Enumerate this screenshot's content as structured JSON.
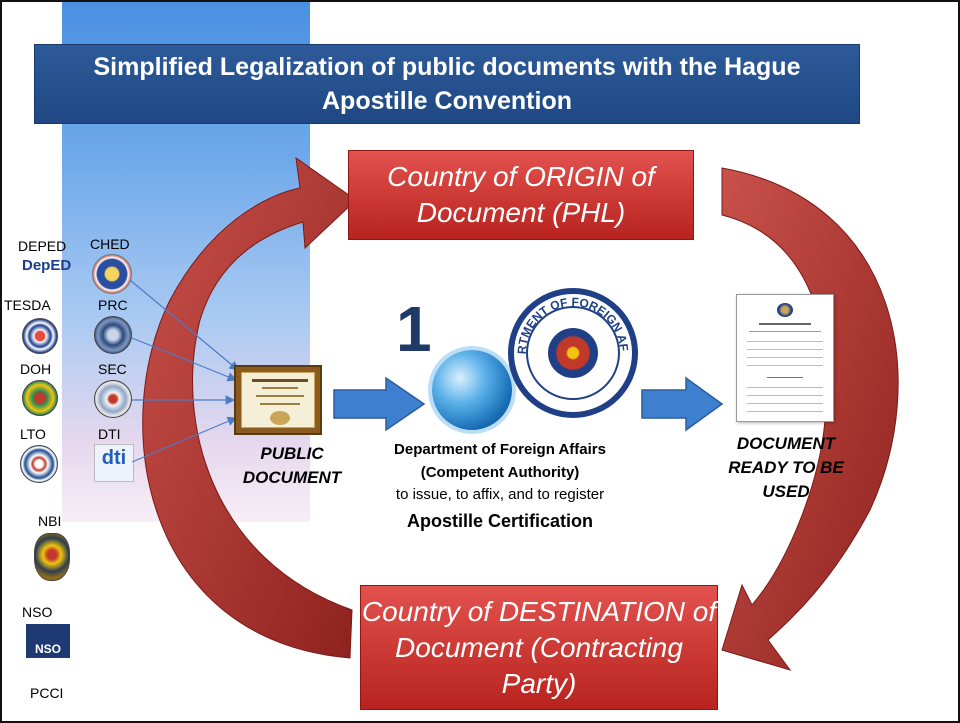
{
  "title": "Simplified Legalization of public documents with the Hague Apostille Convention",
  "origin_box": "Country of ORIGIN of Document (PHL)",
  "destination_box": "Country of DESTINATION of Document (Contracting Party)",
  "agencies": [
    "DEPED",
    "CHED",
    "TESDA",
    "PRC",
    "DOH",
    "SEC",
    "LTO",
    "DTI",
    "NBI",
    "NSO",
    "PCCI"
  ],
  "logo_text": {
    "deped": "DepED",
    "dti": "dti",
    "nso": "NSO"
  },
  "public_document_label": "PUBLIC DOCUMENT",
  "step_number": "1",
  "dfa_title": "Department of Foreign Affairs",
  "dfa_subtitle": "(Competent Authority)",
  "dfa_action": "to issue, to affix, and to register",
  "dfa_cert": "Apostille Certification",
  "seal_text": "DEPARTMENT OF FOREIGN AFFAIRS",
  "ready_label": "DOCUMENT READY TO BE USED",
  "colors": {
    "banner": "#1f4883",
    "red_box": "#c83a36",
    "arrow_blue": "#3f7fcf",
    "curved_arrow": "#9c2b27"
  }
}
